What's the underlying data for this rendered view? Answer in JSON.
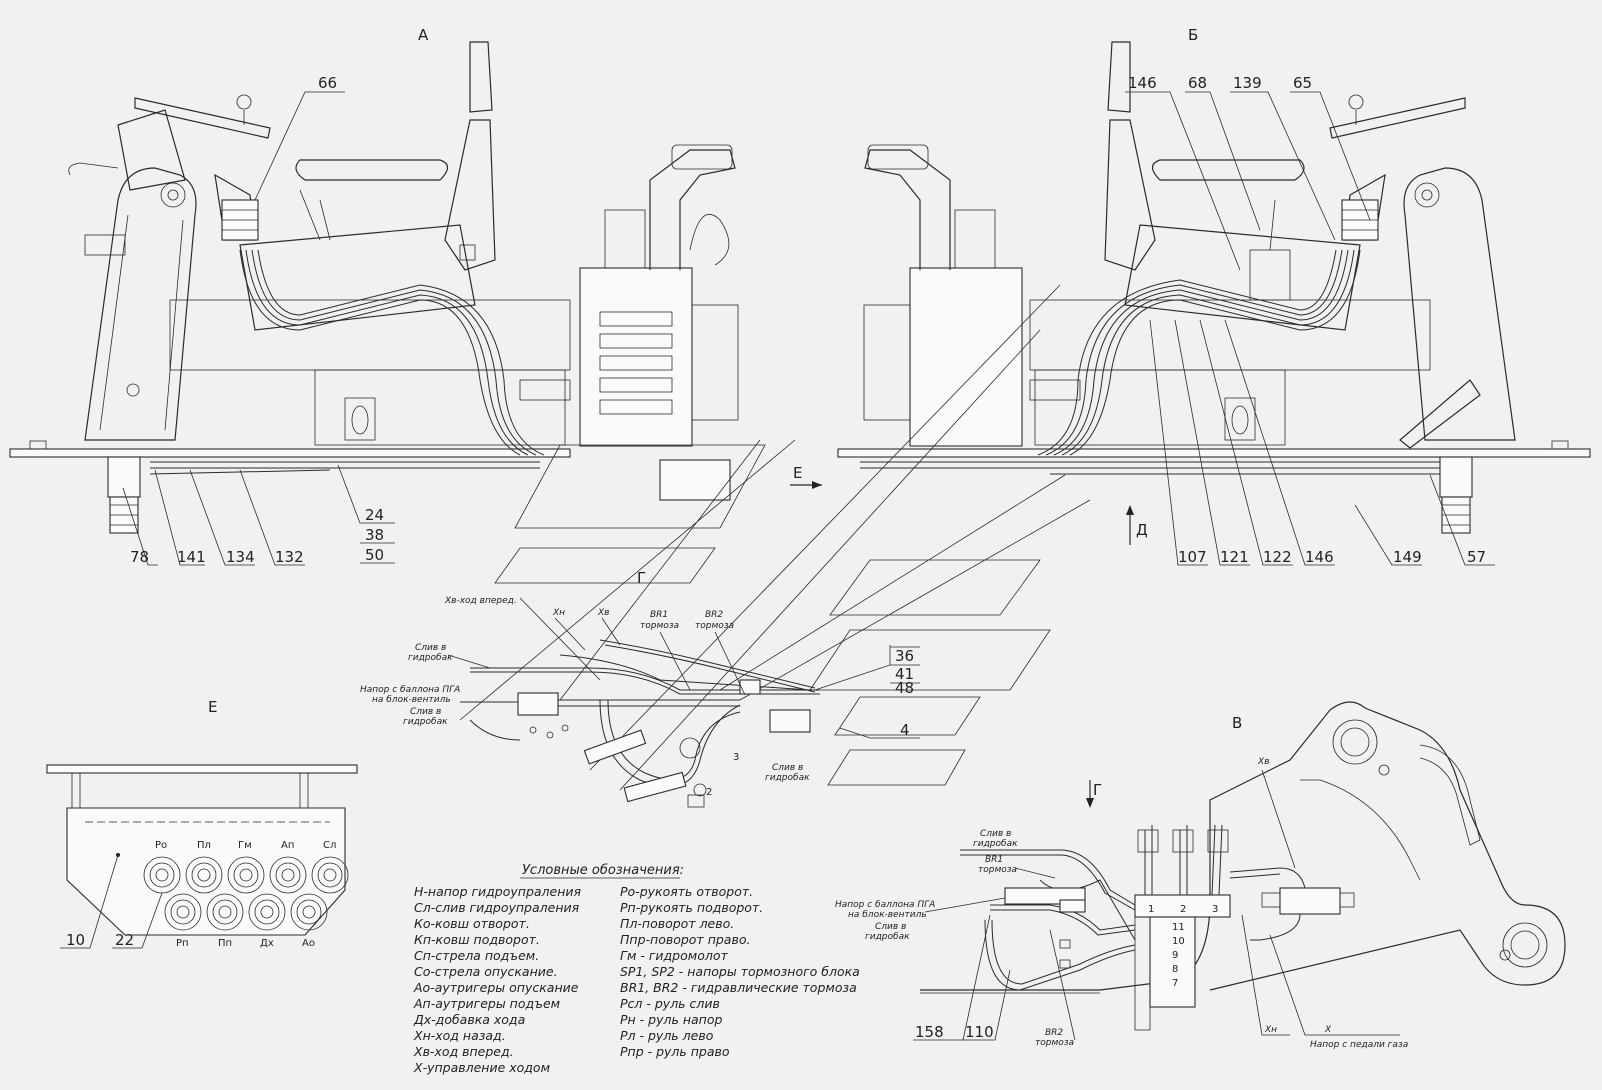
{
  "section_views": {
    "a": "А",
    "b": "Б",
    "g": "Г",
    "d": "Д",
    "e": "Е",
    "e2": "Е",
    "v": "В",
    "g_arrow": "Г"
  },
  "positions_left": {
    "p66": "66",
    "p78": "78",
    "p141": "141",
    "p134": "134",
    "p132": "132",
    "p24": "24",
    "p38": "38",
    "p50": "50"
  },
  "positions_right": {
    "p146a": "146",
    "p68": "68",
    "p139": "139",
    "p65": "65",
    "p107": "107",
    "p121": "121",
    "p122": "122",
    "p146b": "146",
    "p149": "149",
    "p57": "57"
  },
  "positions_middle": {
    "p36": "36",
    "p41": "41",
    "p48": "48",
    "p4": "4",
    "n2": "2",
    "n3": "3"
  },
  "positions_e": {
    "p10": "10",
    "p22": "22"
  },
  "positions_v": {
    "p158": "158",
    "p110": "110",
    "n1": "1",
    "n2": "2",
    "n3": "3",
    "n11": "11",
    "n10": "10",
    "n9": "9",
    "n8": "8",
    "n7": "7"
  },
  "callouts_g": {
    "xv_forward": "Хв-ход вперед.",
    "xn": "Хн",
    "xv": "Хв",
    "br1": "BR1",
    "br1_sub": "тормоза",
    "br2": "BR2",
    "br2_sub": "тормоза",
    "drain1_a": "Слив в",
    "drain1_b": "гидробак",
    "supply_a": "Напор с баллона ПГА",
    "supply_b": "на блок-вентиль",
    "drain2_a": "Слив в",
    "drain2_b": "гидробак",
    "drain3_a": "Слив в",
    "drain3_b": "гидробак"
  },
  "callouts_v": {
    "xv": "Хв",
    "drain1_a": "Слив в",
    "drain1_b": "гидробак",
    "br1": "BR1",
    "br1_sub": "тормоза",
    "supply_a": "Напор с баллона ПГА",
    "supply_b": "на блок-вентиль",
    "drain2_a": "Слив в",
    "drain2_b": "гидробак",
    "br2": "BR2",
    "br2_sub": "тормоза",
    "xn": "Хн",
    "x": "Х",
    "x_sub": "Напор с педали газа"
  },
  "ports_top": [
    "Ро",
    "Пл",
    "Гм",
    "Ап",
    "Сл"
  ],
  "ports_bottom": [
    "Рп",
    "Пп",
    "Дх",
    "Ао"
  ],
  "legend": {
    "title": "Условные обозначения:",
    "left": [
      "Н-напор гидроупраления",
      "Сл-слив гидроупраления",
      "Ко-ковш отворот.",
      "Кп-ковш подворот.",
      "Сп-стрела подъем.",
      "Со-стрела опускание.",
      "Ао-аутригеры опускание",
      "Ап-аутригеры подъем",
      "Дх-добавка хода",
      "Хн-ход назад.",
      "Хв-ход вперед.",
      "Х-управление ходом"
    ],
    "right": [
      "Ро-рукоять отворот.",
      "Рп-рукоять подворот.",
      "Пл-поворот лево.",
      "Ппр-поворот право.",
      "Гм - гидромолот",
      "SP1, SP2 - напоры тормозного блока",
      "BR1, BR2 - гидравлические тормоза",
      "Рсл - руль слив",
      "Рн - руль напор",
      "Рл - руль лево",
      "Рпр - руль право"
    ]
  }
}
